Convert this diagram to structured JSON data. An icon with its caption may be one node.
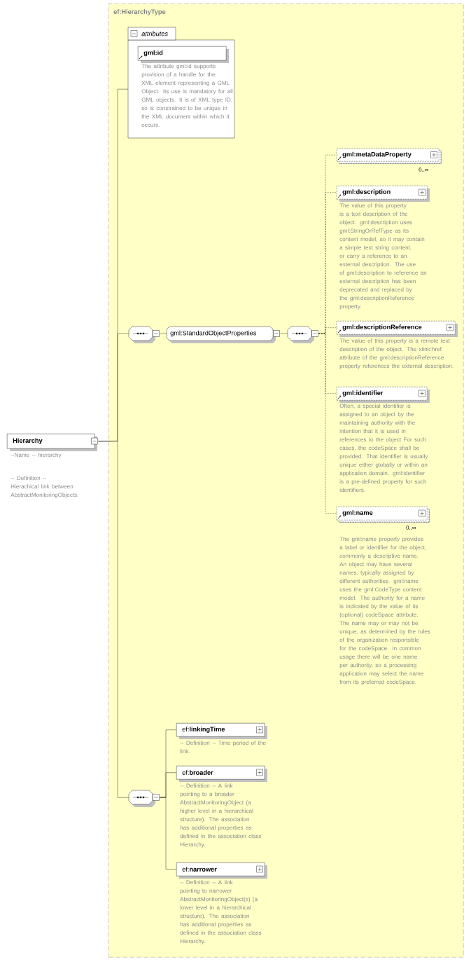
{
  "diagram": {
    "nodes": [
      {
        "text": [
          "Hierarchy"
        ],
        "beside": [
          "--Name -- hierarchy",
          "-- Definition -- Hierachical link between AbstractMonitoringObjects."
        ]
      },
      {
        "text": [
          "ef:HierarchyType"
        ]
      },
      {
        "text": [
          "attributes"
        ],
        "in": 1
      },
      {
        "text": [
          "gml:id"
        ],
        "in": 2,
        "beside": [
          "The attribute gml:id supports provision of a handle for the XML element representing a GML Object. Its use is mandatory for all GML objects. It is of XML type ID, so is constrained to be unique in the XML document within which it occurs."
        ]
      },
      {
        "text": [],
        "shape": "octagon",
        "in": 1
      },
      {
        "text": [
          "gml:StandardObjectProperties"
        ],
        "in": 1
      },
      {
        "text": [],
        "shape": "octagon",
        "in": 1
      },
      {
        "text": [
          "gml:metaDataProperty"
        ],
        "in": 1,
        "beside": [
          "0..∞"
        ]
      },
      {
        "text": [
          "gml:description"
        ],
        "in": 1,
        "beside": [
          "The value of this property is a text description of the object. gml:description uses gml:StringOrRefType as its content model, so it may contain a simple text string content, or carry a reference to an external description. The use of gml:description to reference an external description has been deprecated and replaced by the gml:descriptionReference property."
        ]
      },
      {
        "text": [
          "gml:descriptionReference"
        ],
        "in": 1,
        "beside": [
          "The value of this property is a remote text description of the object. The xlink:href attribute of the gml:descriptionReference property references the external description."
        ]
      },
      {
        "text": [
          "gml:identifier"
        ],
        "in": 1,
        "beside": [
          "Often, a special identifier is assigned to an object by the maintaining authority with the intention that it is used in references to the object For such cases, the codeSpace shall be provided. That identifier is usually unique either globally or within an application domain. gml:identifier is a pre-defined property for such identifiers."
        ]
      },
      {
        "text": [
          "gml:name"
        ],
        "in": 1,
        "beside": [
          "0..∞",
          "The gml:name property provides a label or identifier for the object, commonly a descriptive name. An object may have several names, typically assigned by different authorities. gml:name uses the gml:CodeType content model.  The authority for a name is indicated by the value of its (optional) codeSpace attribute.  The name may or may not be unique, as determined by the rules of the organization responsible for the codeSpace.  In common usage there will be one name per authority, so a processing application may select the name from its preferred codeSpace."
        ]
      },
      {
        "text": [],
        "shape": "octagon",
        "in": 1
      },
      {
        "text": [
          "ef:**linkingTime**"
        ],
        "in": 1,
        "beside": [
          "-- Definition -- Time period of the link."
        ]
      },
      {
        "text": [
          "ef:**broader**"
        ],
        "in": 1,
        "beside": [
          "-- Definition -- A link pointing to a broader AbstractMonitoringObject (a higher level in a hierarchical structure). The association has additional properties as defined in the association class Hierarchy."
        ]
      },
      {
        "text": [
          "ef:**narrower**"
        ],
        "in": 1,
        "beside": [
          "-- Definition -- A link pointing to narrower AbstractMonitoringObject(s) (a lower level in a hierarchical structure). The association has additional properties as defined in the association class Hierarchy."
        ]
      }
    ],
    "edges": [
      {
        "from": 0,
        "to": 2,
        "arrow": "none"
      },
      {
        "from": 0,
        "to": 4,
        "arrow": "none"
      },
      {
        "from": 0,
        "to": 12,
        "arrow": "none"
      },
      {
        "from": 4,
        "to": 5,
        "arrow": "none"
      },
      {
        "from": 5,
        "to": 6,
        "arrow": "none"
      },
      {
        "from": 6,
        "to": 7,
        "arrow": "none",
        "style": "dashed"
      },
      {
        "from": 6,
        "to": 8,
        "arrow": "none",
        "style": "dashed"
      },
      {
        "from": 6,
        "to": 9,
        "arrow": "none",
        "style": "dashed"
      },
      {
        "from": 6,
        "to": 10,
        "arrow": "none",
        "style": "dashed"
      },
      {
        "from": 6,
        "to": 11,
        "arrow": "none",
        "style": "dashed"
      },
      {
        "from": 12,
        "to": 13,
        "arrow": "none"
      },
      {
        "from": 12,
        "to": 14,
        "arrow": "none"
      },
      {
        "from": 12,
        "to": 15,
        "arrow": "none"
      }
    ]
  }
}
